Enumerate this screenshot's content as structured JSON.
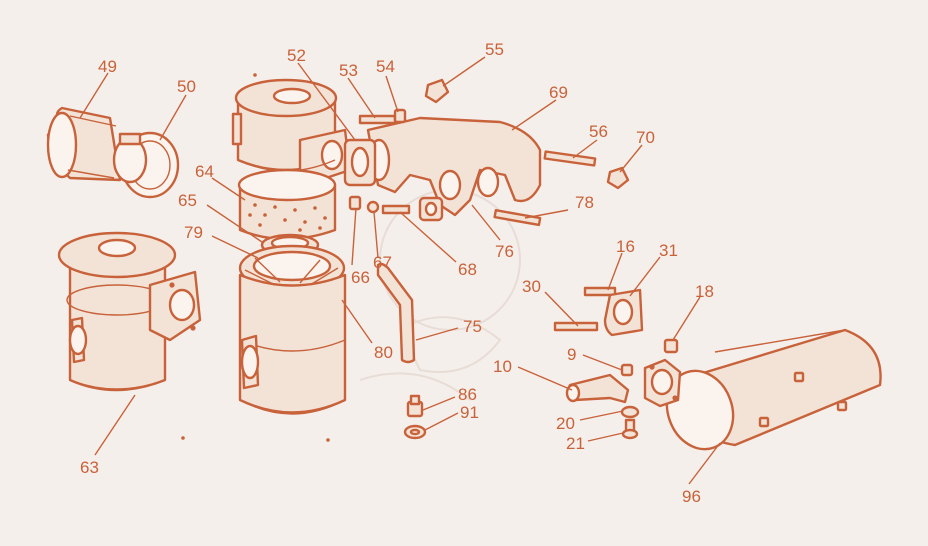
{
  "diagram": {
    "colors": {
      "ink": "#c8623a",
      "background": "#f5efeb",
      "fill": "#f3e2d6"
    },
    "labels": [
      "49",
      "50",
      "52",
      "53",
      "54",
      "55",
      "69",
      "56",
      "70",
      "64",
      "65",
      "79",
      "66",
      "67",
      "68",
      "76",
      "78",
      "16",
      "31",
      "30",
      "18",
      "9",
      "10",
      "20",
      "21",
      "96",
      "75",
      "80",
      "86",
      "91",
      "63"
    ]
  }
}
